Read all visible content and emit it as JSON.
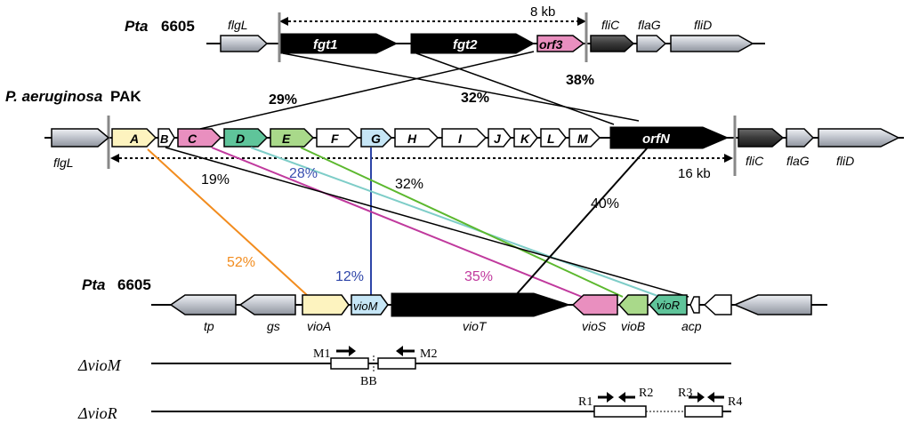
{
  "top_row": {
    "label_species": "Pta",
    "label_strain": "6605",
    "scale_label": "8 kb",
    "genes": [
      {
        "key": "flgL",
        "text": "flgL",
        "color": "#c9ccd3"
      },
      {
        "key": "fgt1",
        "text": "fgt1",
        "color": "#000000"
      },
      {
        "key": "fgt2",
        "text": "fgt2",
        "color": "#000000"
      },
      {
        "key": "orf3",
        "text": "orf3",
        "color": "#e98fbf"
      },
      {
        "key": "fliC",
        "text": "fliC",
        "color": "#404040"
      },
      {
        "key": "flaG",
        "text": "flaG",
        "color": "#c9ccd3"
      },
      {
        "key": "fliD",
        "text": "fliD",
        "color": "#c9ccd3"
      }
    ]
  },
  "pak_row": {
    "label_species": "P. aeruginosa",
    "label_strain": "PAK",
    "scale_label": "16 kb",
    "genes": [
      {
        "key": "flgL",
        "text": "flgL"
      },
      {
        "key": "A",
        "text": "A"
      },
      {
        "key": "B",
        "text": "B"
      },
      {
        "key": "C",
        "text": "C"
      },
      {
        "key": "D",
        "text": "D"
      },
      {
        "key": "E",
        "text": "E"
      },
      {
        "key": "F",
        "text": "F"
      },
      {
        "key": "G",
        "text": "G"
      },
      {
        "key": "H",
        "text": "H"
      },
      {
        "key": "I",
        "text": "I"
      },
      {
        "key": "J",
        "text": "J"
      },
      {
        "key": "K",
        "text": "K"
      },
      {
        "key": "L",
        "text": "L"
      },
      {
        "key": "M",
        "text": "M"
      },
      {
        "key": "orfN",
        "text": "orfN"
      },
      {
        "key": "fliC",
        "text": "fliC"
      },
      {
        "key": "flaG",
        "text": "flaG"
      },
      {
        "key": "fliD",
        "text": "fliD"
      }
    ]
  },
  "bottom_row": {
    "label_species": "Pta",
    "label_strain": "6605",
    "genes": [
      {
        "key": "tp",
        "text": "tp"
      },
      {
        "key": "gs",
        "text": "gs"
      },
      {
        "key": "vioA",
        "text": "vioA"
      },
      {
        "key": "vioM",
        "text": "vioM"
      },
      {
        "key": "vioT",
        "text": "vioT"
      },
      {
        "key": "vioS",
        "text": "vioS"
      },
      {
        "key": "vioB",
        "text": "vioB"
      },
      {
        "key": "vioR",
        "text": "vioR"
      },
      {
        "key": "acp",
        "text": "acp"
      }
    ]
  },
  "identities": {
    "fgt1_pak": "29%",
    "fgt2_pak": "32%",
    "orf3_pak": "38%",
    "A_vioA": "52%",
    "G_vioM": "12%",
    "C_vioS": "35%",
    "B_acp": "19%",
    "D_vioR": "28%",
    "E_vioB": "32%",
    "orfN_vioT": "40%"
  },
  "colors": {
    "A": "#fdf3bf",
    "C": "#e98fbf",
    "D": "#5fc49a",
    "E": "#a9d98a",
    "G": "#c6e6f6",
    "black": "#000000",
    "dark_gray": "#404040",
    "light_gray": "#c9ccd3",
    "line_A": "#f28c1e",
    "line_G": "#2e45a8",
    "line_C": "#c0399d",
    "line_D": "#7ecdc8",
    "line_E": "#5cb82e",
    "text_28": "#3a4fb0",
    "text_12": "#2e45a8",
    "text_35": "#c0399d",
    "text_52": "#f28c1e"
  },
  "mutants": [
    {
      "key": "dvioM",
      "delta": "Δ",
      "gene": "vioM",
      "primers": [
        "M1",
        "M2"
      ],
      "sites": "BB"
    },
    {
      "key": "dvioR",
      "delta": "Δ",
      "gene": "vioR",
      "primers": [
        "R1",
        "R2",
        "R3",
        "R4"
      ]
    }
  ]
}
